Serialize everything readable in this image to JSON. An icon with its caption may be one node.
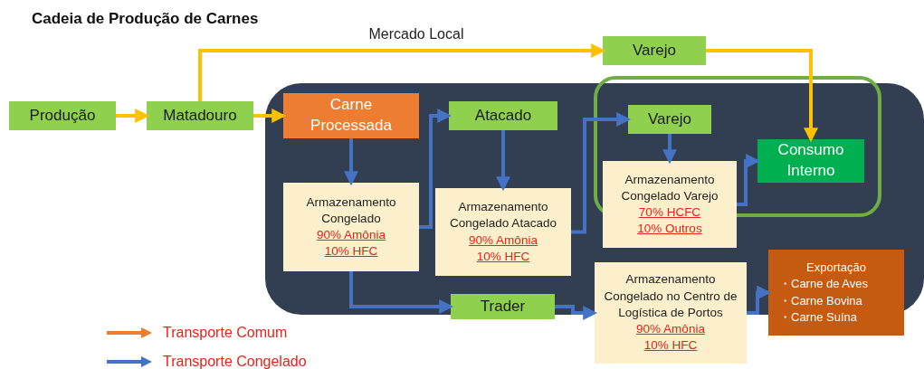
{
  "diagram": {
    "title": "Cadeia de Produção de Carnes",
    "nodes": [
      {
        "text": [
          "Produção"
        ]
      },
      {
        "text": [
          "Matadouro"
        ]
      },
      {
        "text": [
          "Varejo"
        ]
      },
      {
        "text": [],
        "shape": "box"
      },
      {
        "text": [
          "Carne Processada"
        ],
        "in": 3
      },
      {
        "text": [
          "Atacado"
        ],
        "in": 3
      },
      {
        "text": [],
        "shape": "box",
        "in": 3
      },
      {
        "text": [
          "Varejo"
        ],
        "in": 6
      },
      {
        "text": [
          "Consumo Interno"
        ],
        "in": 6
      },
      {
        "text": [
          "Armazenamento Congelado",
          "90% Amônia",
          "10% HFC"
        ],
        "in": 3
      },
      {
        "text": [
          "Armazenamento Congelado Atacado",
          "90% Amônia",
          "10% HFC"
        ],
        "in": 3
      },
      {
        "text": [
          "Armazenamento Congelado Varejo",
          "70% HCFC",
          "10% Outros"
        ],
        "in": 3
      },
      {
        "text": [
          "Trader"
        ]
      },
      {
        "text": [
          "Armazenamento Congelado no Centro de Logística de Portos",
          "90% Amônia",
          "10% HFC"
        ]
      },
      {
        "text": [
          "Exportação",
          "・Carne de Aves",
          "・Carne Bovina",
          "・Carne Suína"
        ]
      }
    ],
    "edges": [
      {
        "from": 0,
        "to": 1,
        "arrow": "to",
        "color": "#ffc000"
      },
      {
        "from": 1,
        "to": 4,
        "arrow": "to",
        "color": "#ffc000"
      },
      {
        "from": 1,
        "to": 2,
        "arrow": "to",
        "label": "Mercado Local",
        "color": "#ffc000"
      },
      {
        "from": 2,
        "to": 8,
        "arrow": "to",
        "color": "#ffc000"
      },
      {
        "from": 4,
        "to": 9,
        "arrow": "to"
      },
      {
        "from": 9,
        "to": 5,
        "arrow": "to"
      },
      {
        "from": 5,
        "to": 10,
        "arrow": "to"
      },
      {
        "from": 10,
        "to": 7,
        "arrow": "to"
      },
      {
        "from": 7,
        "to": 11,
        "arrow": "to"
      },
      {
        "from": 11,
        "to": 8,
        "arrow": "to"
      },
      {
        "from": 9,
        "to": 12,
        "arrow": "to"
      },
      {
        "from": 12,
        "to": 13,
        "arrow": "to"
      },
      {
        "from": 13,
        "to": 14,
        "arrow": "to"
      }
    ],
    "legend": [
      {
        "text": "Transporte Comum"
      },
      {
        "text": "Transporte Congelado"
      }
    ]
  }
}
